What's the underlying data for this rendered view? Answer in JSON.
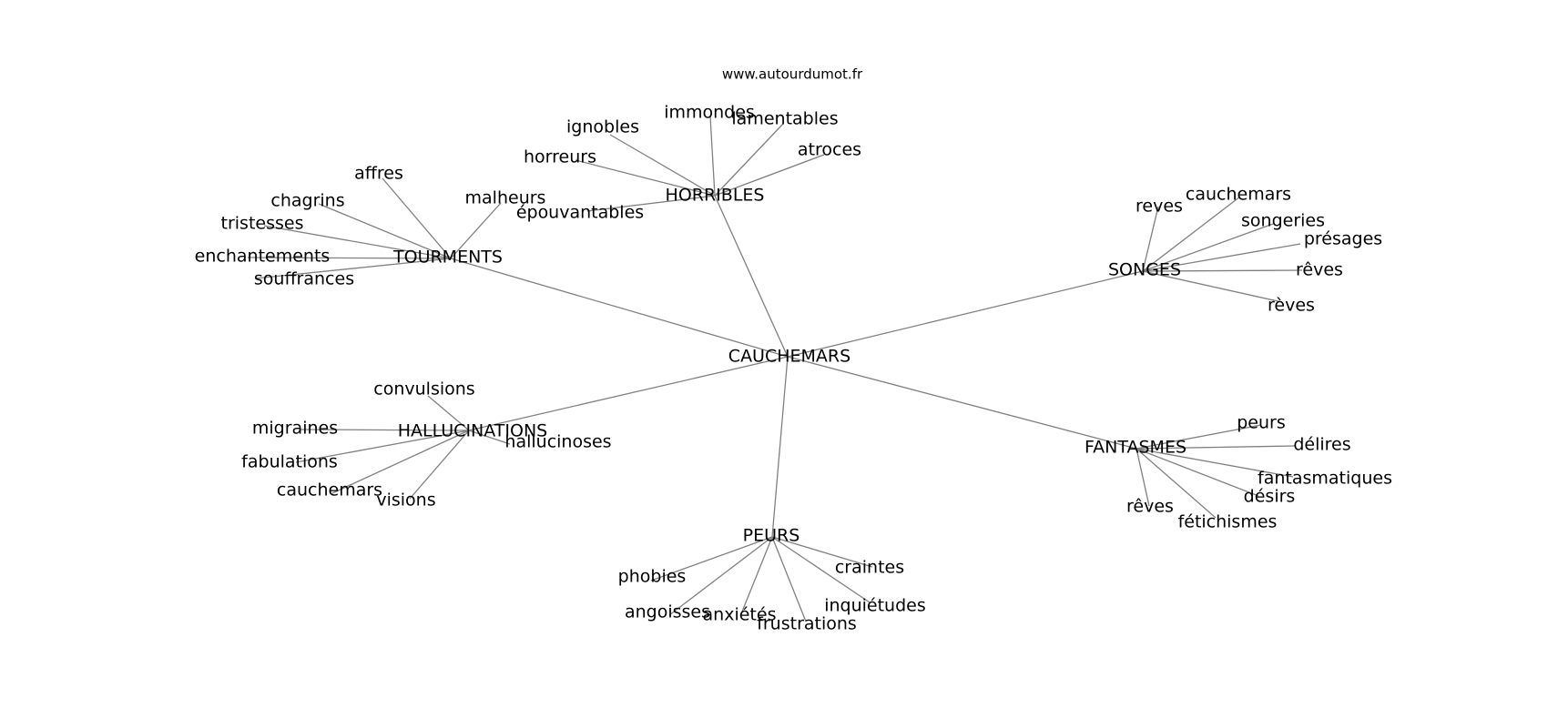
{
  "source": "www.autourdumot.fr",
  "graph": {
    "center": "CAUCHEMARS",
    "hubs": [
      {
        "id": "horribles",
        "label": "HORRIBLES",
        "leaves": [
          "ignobles",
          "immondes",
          "lamentables",
          "atroces",
          "horreurs",
          "épouvantables"
        ]
      },
      {
        "id": "tourments",
        "label": "TOURMENTS",
        "leaves": [
          "affres",
          "chagrins",
          "tristesses",
          "enchantements",
          "souffrances",
          "malheurs"
        ]
      },
      {
        "id": "songes",
        "label": "SONGES",
        "leaves": [
          "reves",
          "cauchemars",
          "songeries",
          "présages",
          "rêves",
          "rèves"
        ]
      },
      {
        "id": "hallucinations",
        "label": "HALLUCINATIONS",
        "leaves": [
          "convulsions",
          "migraines",
          "fabulations",
          "cauchemars",
          "visions",
          "hallucinoses"
        ]
      },
      {
        "id": "fantasmes",
        "label": "FANTASMES",
        "leaves": [
          "peurs",
          "délires",
          "fantasmatiques",
          "désirs",
          "fétichismes",
          "rêves"
        ]
      },
      {
        "id": "peurs",
        "label": "PEURS",
        "leaves": [
          "phobies",
          "angoisses",
          "anxiétés",
          "frustrations",
          "inquiétudes",
          "craintes"
        ]
      }
    ]
  }
}
